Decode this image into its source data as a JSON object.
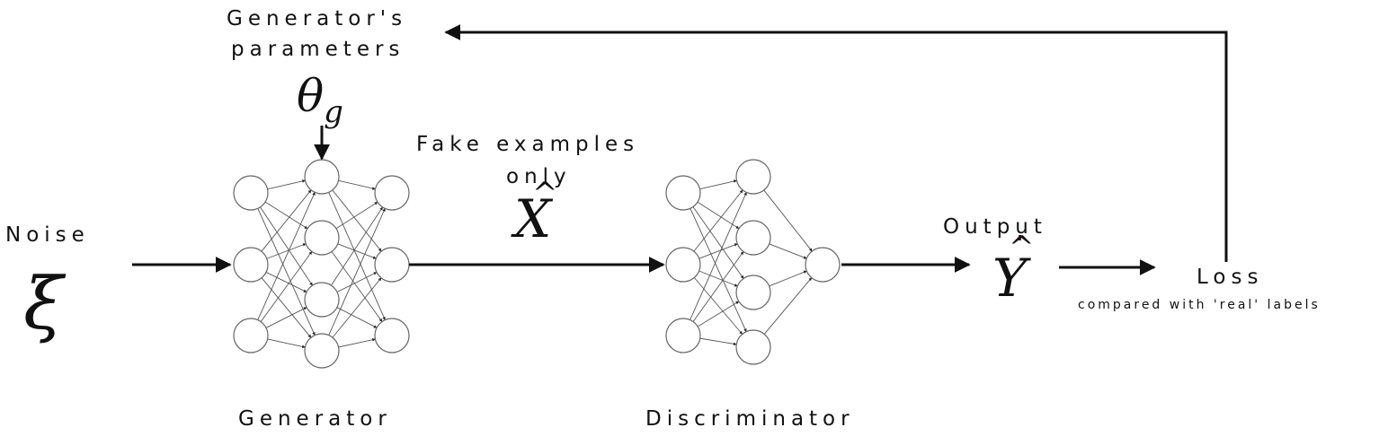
{
  "labels": {
    "generator_params_line1": "Generator's",
    "generator_params_line2": "parameters",
    "fake_examples_line1": "Fake examples",
    "fake_examples_line2": "only",
    "noise": "Noise",
    "output": "Output",
    "loss": "Loss",
    "loss_note": "compared with 'real' labels",
    "generator": "Generator",
    "discriminator": "Discriminator"
  },
  "math": {
    "theta": "θ",
    "theta_sub": "g",
    "xi": "ξ",
    "x_hat": "X",
    "y_hat": "Y",
    "hat": "^"
  },
  "networks": {
    "generator_layers": [
      3,
      4,
      3
    ],
    "discriminator_layers": [
      3,
      4,
      1
    ]
  }
}
